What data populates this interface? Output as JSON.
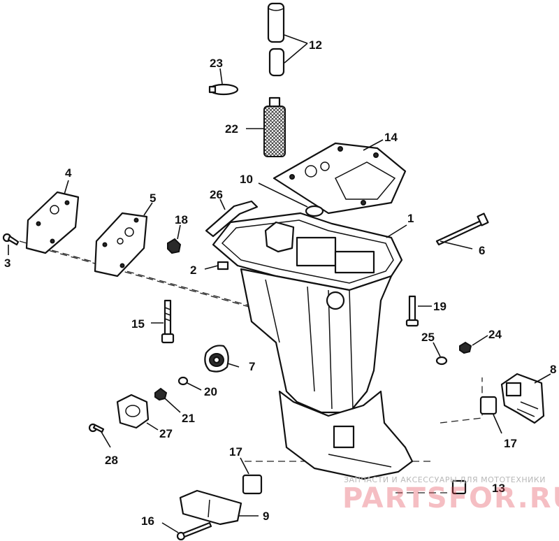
{
  "callouts": {
    "c1": "1",
    "c2": "2",
    "c3": "3",
    "c4": "4",
    "c5": "5",
    "c6": "6",
    "c7": "7",
    "c8": "8",
    "c9": "9",
    "c10": "10",
    "c12": "12",
    "c13": "13",
    "c14": "14",
    "c15": "15",
    "c16": "16",
    "c17a": "17",
    "c17b": "17",
    "c18": "18",
    "c19": "19",
    "c20": "20",
    "c21": "21",
    "c22": "22",
    "c23": "23",
    "c24": "24",
    "c25": "25",
    "c26": "26",
    "c27": "27",
    "c28": "28"
  },
  "watermark": {
    "tagline": "ЗАПЧАСТИ И АКСЕССУАРЫ ДЛЯ МОТОТЕХНИКИ",
    "logo": "PARTSFOR.RU"
  }
}
